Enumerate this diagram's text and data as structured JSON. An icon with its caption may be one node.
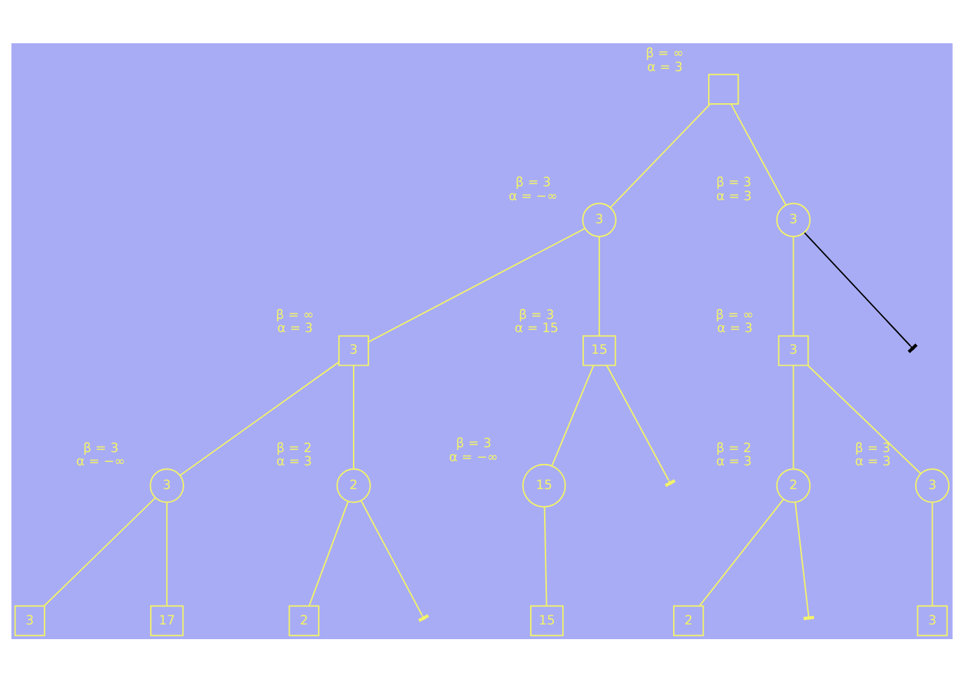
{
  "diagram": {
    "nodes": [
      {
        "text": [],
        "shape": "box",
        "beside": [
          "β = ∞",
          "α = 3"
        ]
      },
      {
        "text": [
          "3"
        ],
        "beside": [
          "β = 3",
          "α = −∞"
        ]
      },
      {
        "text": [
          "3"
        ],
        "beside": [
          "β = 3",
          "α = 3"
        ]
      },
      {
        "text": [
          "3"
        ],
        "beside": [
          "β = ∞",
          "α = 3"
        ]
      },
      {
        "text": [
          "15"
        ],
        "beside": [
          "β = 3",
          "α = 15"
        ]
      },
      {
        "text": [
          "3"
        ],
        "beside": [
          "β = ∞",
          "α = 3"
        ]
      },
      {
        "text": [
          "3"
        ],
        "beside": [
          "β = 3",
          "α = −∞"
        ]
      },
      {
        "text": [
          "2"
        ],
        "beside": [
          "β = 2",
          "α = 3"
        ]
      },
      {
        "text": [
          "15"
        ],
        "beside": [
          "β = 3",
          "α = −∞"
        ]
      },
      {
        "text": [
          "2"
        ],
        "beside": [
          "β = 2",
          "α = 3"
        ]
      },
      {
        "text": [
          "3"
        ],
        "beside": [
          "β = 3",
          "α = 3"
        ]
      },
      {
        "text": [
          "3"
        ]
      },
      {
        "text": [
          "17"
        ]
      },
      {
        "text": [
          "2"
        ]
      },
      {
        "text": [
          "15"
        ]
      },
      {
        "text": [
          "2"
        ]
      },
      {
        "text": [
          "3"
        ]
      }
    ],
    "edges": [
      {
        "from": 0,
        "to": 1,
        "arrow": "none"
      },
      {
        "from": 0,
        "to": 2,
        "arrow": "none"
      },
      {
        "from": 1,
        "to": 3,
        "arrow": "none"
      },
      {
        "from": 1,
        "to": 4,
        "arrow": "none"
      },
      {
        "from": 2,
        "to": 5,
        "arrow": "none"
      },
      {
        "from": 2,
        "to": null,
        "arrow": "other",
        "color": "#000000"
      },
      {
        "from": 3,
        "to": 6,
        "arrow": "none"
      },
      {
        "from": 3,
        "to": 7,
        "arrow": "none"
      },
      {
        "from": 4,
        "to": 8,
        "arrow": "none"
      },
      {
        "from": 4,
        "to": null,
        "arrow": "other"
      },
      {
        "from": 5,
        "to": 9,
        "arrow": "none"
      },
      {
        "from": 5,
        "to": 10,
        "arrow": "none"
      },
      {
        "from": 6,
        "to": 11,
        "arrow": "none"
      },
      {
        "from": 6,
        "to": 12,
        "arrow": "none"
      },
      {
        "from": 7,
        "to": 13,
        "arrow": "none"
      },
      {
        "from": 7,
        "to": null,
        "arrow": "other"
      },
      {
        "from": 8,
        "to": 14,
        "arrow": "none"
      },
      {
        "from": 9,
        "to": 15,
        "arrow": "none"
      },
      {
        "from": 9,
        "to": null,
        "arrow": "other"
      },
      {
        "from": 10,
        "to": 16,
        "arrow": "none"
      }
    ]
  }
}
